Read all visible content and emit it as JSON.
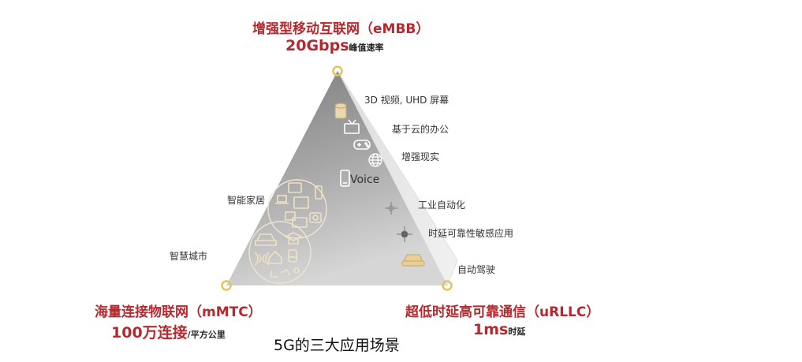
{
  "embb": {
    "title": "增强型移动互联网（eMBB）",
    "value": "20Gbps",
    "unit": "峰值速率"
  },
  "mmtc": {
    "title": "海量连接物联网（mMTC）",
    "value": "100万连接",
    "unit": "/平方公里"
  },
  "urllc": {
    "title": "超低时延高可靠通信（uRLLC）",
    "value": "1ms",
    "unit": "时延"
  },
  "apps": {
    "video": "3D 视频, UHD 屏幕",
    "cloud_office": "基于云的办公",
    "ar": "增强现实",
    "voice": "Voice",
    "smart_home": "智能家居",
    "smart_city": "智慧城市",
    "industrial": "工业自动化",
    "latency_sensitive": "时延可靠性敏感应用",
    "autonomous_driving": "自动驾驶"
  },
  "caption": "5G的三大应用场景",
  "colors": {
    "accent": "#b7282e",
    "vertex": "#e3c35c",
    "icon": "#e8dcc0"
  }
}
